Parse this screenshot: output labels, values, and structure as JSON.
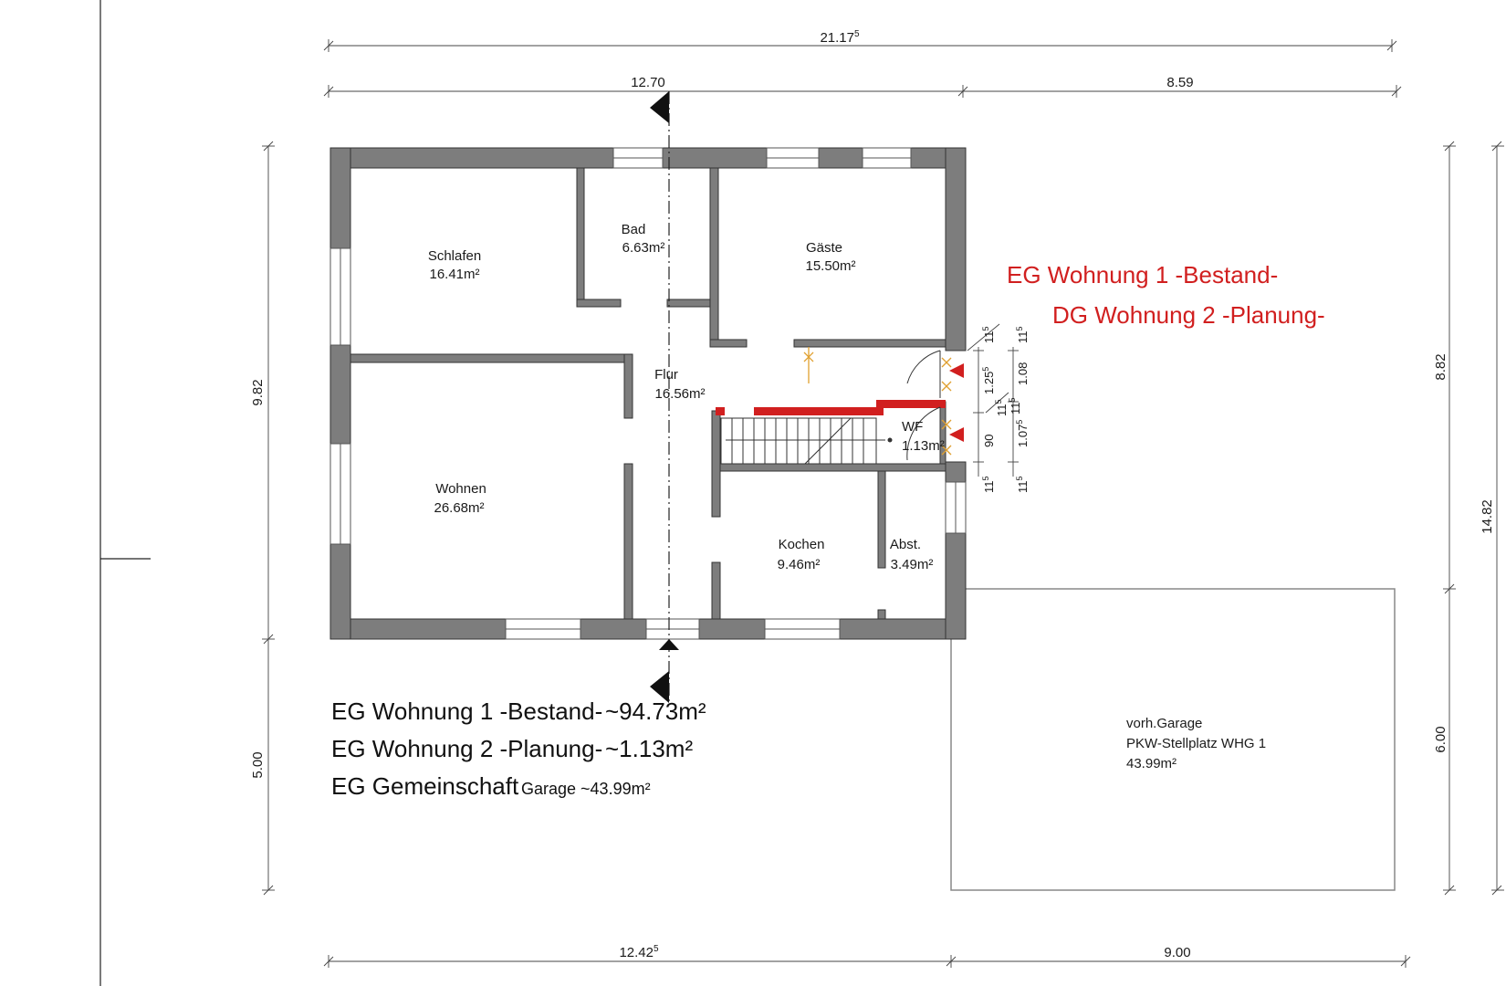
{
  "dimensions": {
    "top_total": "21.17",
    "top_total_sup": "5",
    "top_left": "12.70",
    "top_right": "8.59",
    "bottom_left": "12.42",
    "bottom_left_sup": "5",
    "bottom_right": "9.00",
    "left_upper": "9.82",
    "left_lower": "5.00",
    "right_inner_upper": "8.82",
    "right_inner_lower": "6.00",
    "right_outer": "14.82",
    "stair_small": {
      "a1": "11",
      "a1_sup": "5",
      "a2": "11",
      "a2_sup": "5",
      "b1": "1.25",
      "b1_sup": "5",
      "b2": "1.08",
      "c1": "90",
      "c2": "11",
      "c2_sup": "5",
      "c3": "1.07",
      "c3_sup": "5",
      "c4": "11",
      "c4_sup": "5",
      "d1": "11",
      "d1_sup": "5",
      "d2": "11",
      "d2_sup": "5"
    }
  },
  "rooms": {
    "schlafen": {
      "name": "Schlafen",
      "area": "16.41m²"
    },
    "bad": {
      "name": "Bad",
      "area": "6.63m²"
    },
    "gaeste": {
      "name": "Gäste",
      "area": "15.50m²"
    },
    "flur": {
      "name": "Flur",
      "area": "16.56m²"
    },
    "wf": {
      "name": "WF",
      "area": "1.13m²"
    },
    "wohnen": {
      "name": "Wohnen",
      "area": "26.68m²"
    },
    "kochen": {
      "name": "Kochen",
      "area": "9.46m²"
    },
    "abst": {
      "name": "Abst.",
      "area": "3.49m²"
    },
    "garage": {
      "line1": "vorh.Garage",
      "line2": "PKW-Stellplatz WHG 1",
      "area": "43.99m²"
    }
  },
  "annotations": {
    "eg_label": "EG Wohnung 1 -Bestand-",
    "dg_label": "DG Wohnung 2 -Planung-"
  },
  "legend": {
    "row1_label": "EG Wohnung 1 -Bestand-",
    "row1_value": "~94.73m²",
    "row2_label": "EG Wohnung 2 -Planung-",
    "row2_value": "~1.13m²",
    "row3_label": "EG Gemeinschaft",
    "row3_value": "Garage ~43.99m²"
  },
  "colors": {
    "wall": "#7d7d7d",
    "highlight": "#d11f1f",
    "marker": "#e0a030"
  }
}
